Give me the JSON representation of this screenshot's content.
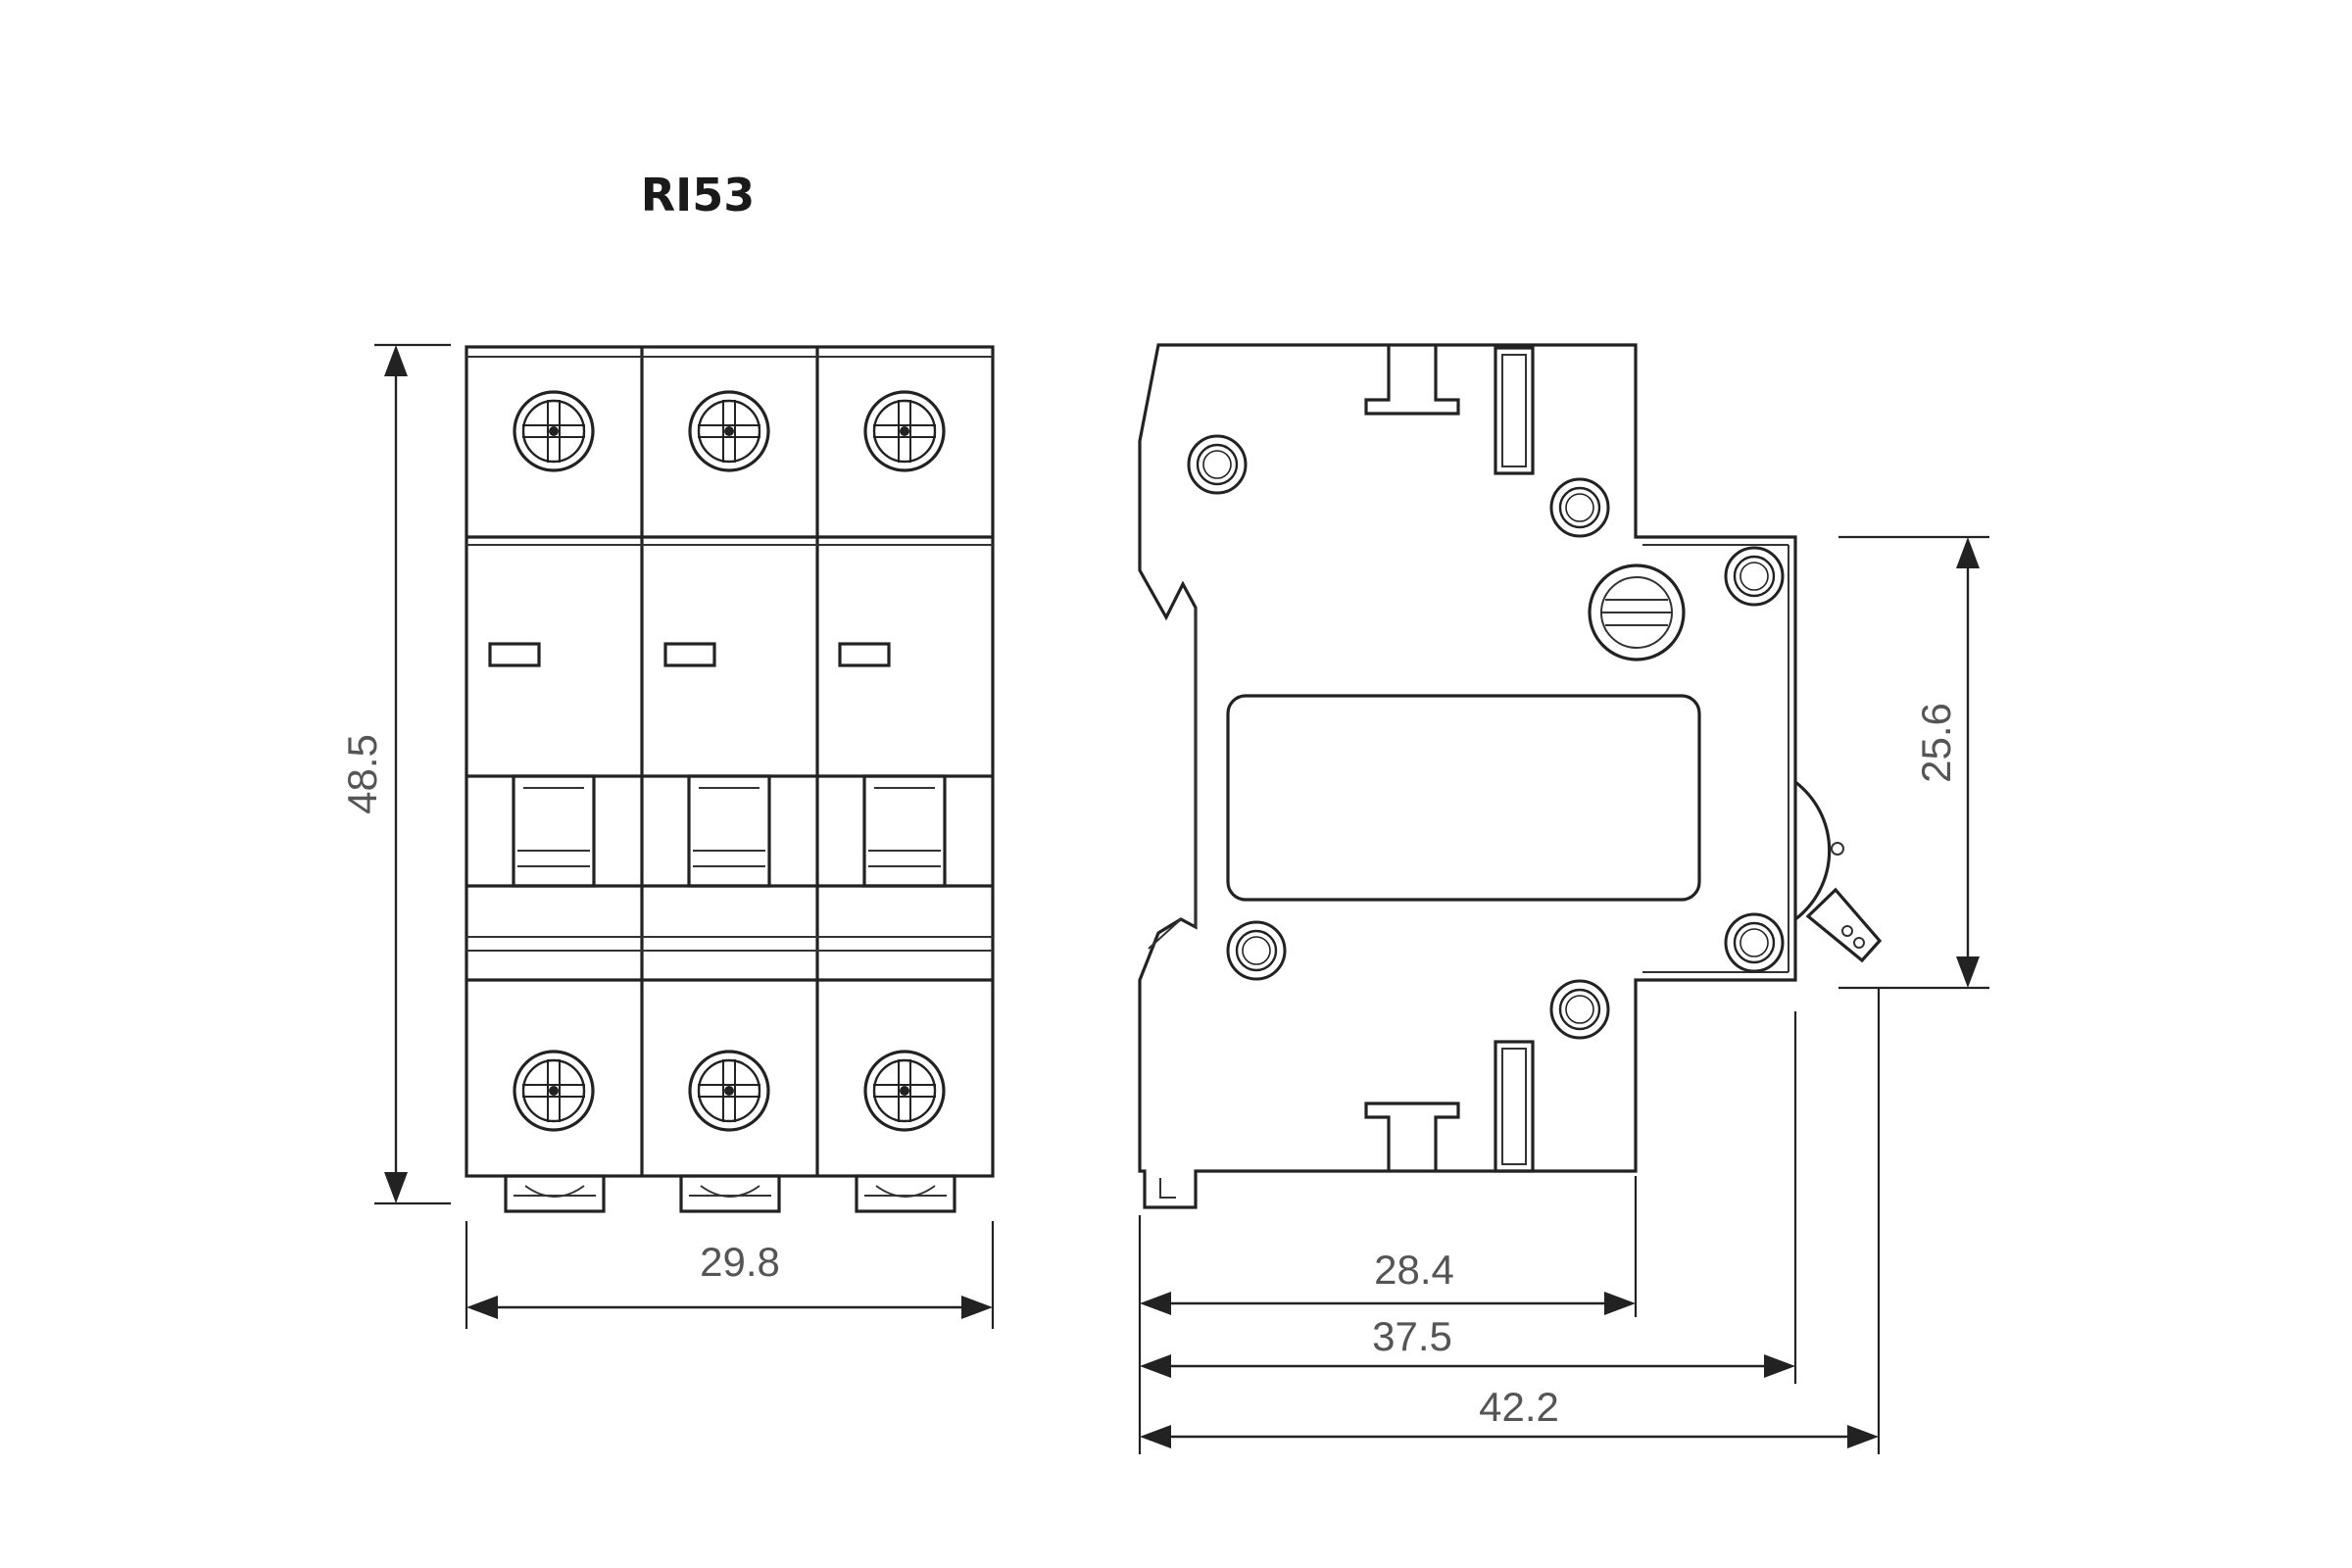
{
  "title": "RI53",
  "dimensions": {
    "front_height": "48.5",
    "front_width": "29.8",
    "side_height": "25.6",
    "depth_1": "28.4",
    "depth_2": "37.5",
    "depth_3": "42.2"
  }
}
